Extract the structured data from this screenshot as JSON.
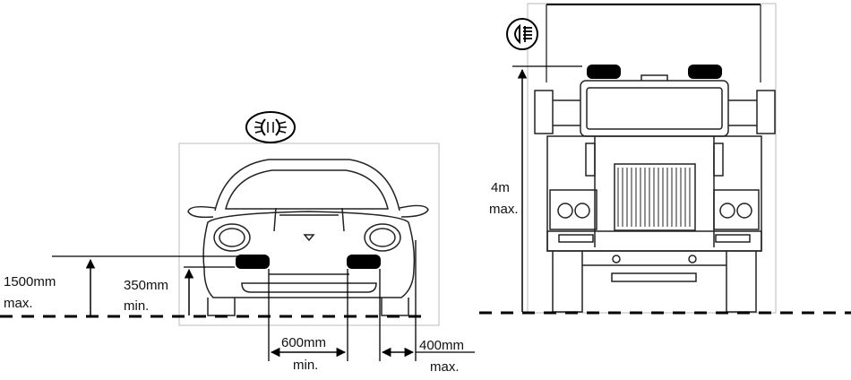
{
  "car": {
    "icon": "fog-light-icon",
    "height_max_value": "1500mm",
    "height_max_qualifier": "max.",
    "height_min_value": "350mm",
    "height_min_qualifier": "min.",
    "spacing_value": "600mm",
    "spacing_qualifier": "min.",
    "edge_value": "400mm",
    "edge_qualifier": "max."
  },
  "truck": {
    "icon": "rear-fog-light-icon",
    "height_value": "4m",
    "height_qualifier": "max."
  },
  "colors": {
    "line": "#000000",
    "lamp": "#000000",
    "outline": "#222222",
    "frame": "#bbbbbb"
  }
}
